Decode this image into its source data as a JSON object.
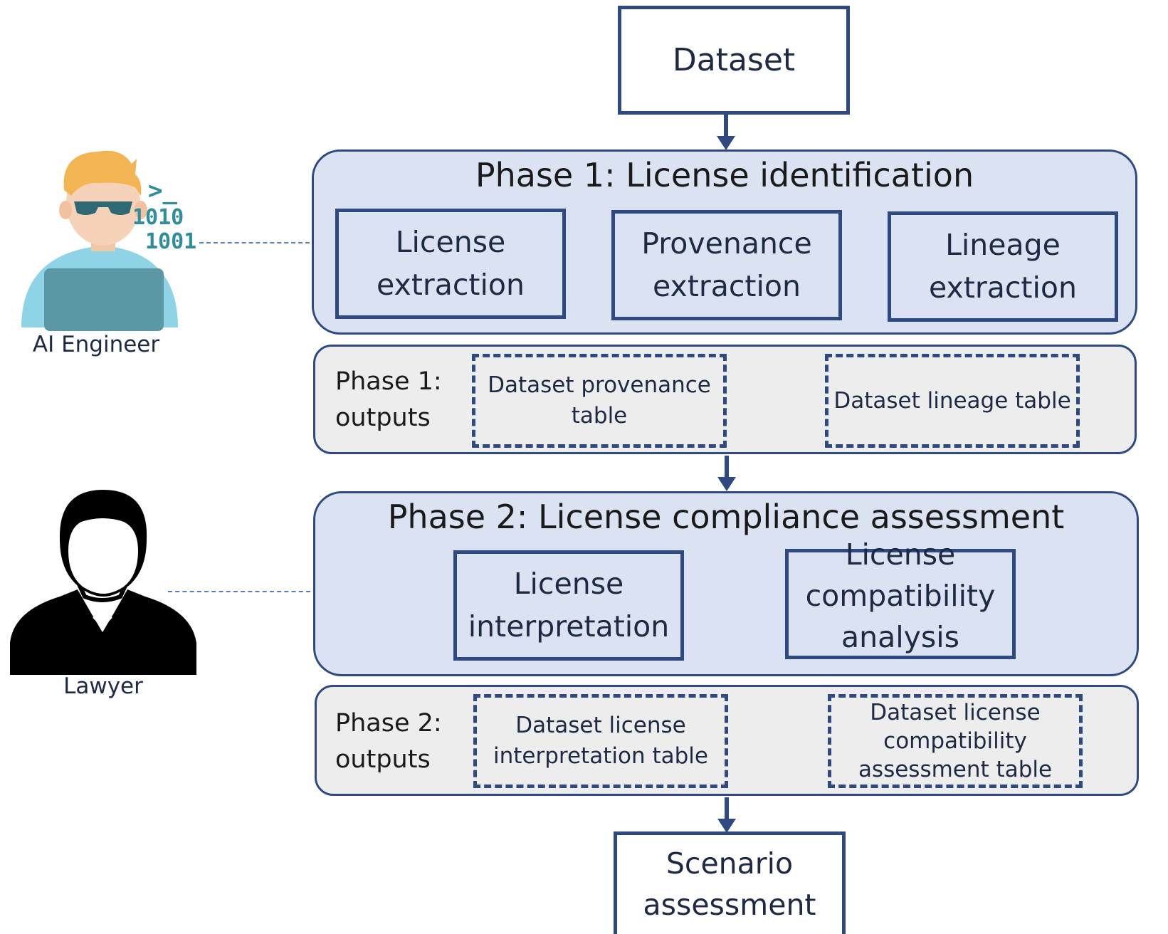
{
  "start_node": {
    "label": "Dataset"
  },
  "phase1": {
    "title": "Phase 1: License identification",
    "steps": [
      {
        "line1": "License",
        "line2": "extraction"
      },
      {
        "line1": "Provenance",
        "line2": "extraction"
      },
      {
        "line1": "Lineage",
        "line2": "extraction"
      }
    ]
  },
  "phase1_outputs": {
    "label_line1": "Phase 1:",
    "label_line2": "outputs",
    "items": [
      {
        "line1": "Dataset provenance",
        "line2": "table"
      },
      {
        "line1": "Dataset lineage table",
        "line2": ""
      }
    ]
  },
  "phase2": {
    "title": "Phase 2: License compliance assessment",
    "steps": [
      {
        "line1": "License",
        "line2": "interpretation",
        "line3": ""
      },
      {
        "line1": "License",
        "line2": "compatibility",
        "line3": "analysis"
      }
    ]
  },
  "phase2_outputs": {
    "label_line1": "Phase 2:",
    "label_line2": "outputs",
    "items": [
      {
        "line1": "Dataset license",
        "line2": "interpretation table",
        "line3": ""
      },
      {
        "line1": "Dataset license",
        "line2": "compatibility",
        "line3": "assessment table"
      }
    ]
  },
  "end_node": {
    "line1": "Scenario",
    "line2": "assessment"
  },
  "roles": {
    "engineer": {
      "label": "AI Engineer",
      "code_prompt": ">_",
      "code_line1": "1010",
      "code_line2": "1001"
    },
    "lawyer": {
      "label": "Lawyer"
    }
  },
  "colors": {
    "box_border": "#2e4a80",
    "phase_fill": "#dbe3f2",
    "output_fill": "#ededed"
  }
}
